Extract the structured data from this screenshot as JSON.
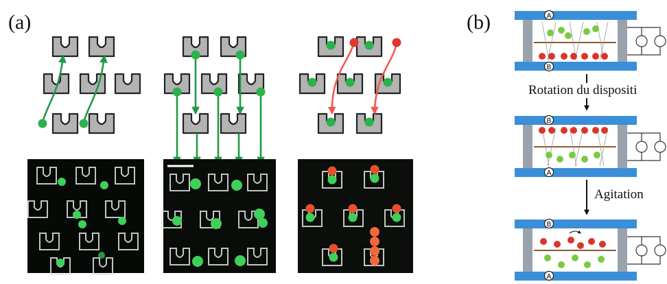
{
  "panels": {
    "a": {
      "label": "(a)"
    },
    "b": {
      "label": "(b)"
    }
  },
  "electrode_labels": {
    "stage1": {
      "top": "A",
      "bottom": "B"
    },
    "stage2": {
      "top": "B",
      "bottom": "A"
    },
    "stage3": {
      "top": "B",
      "bottom": "A"
    }
  },
  "captions": {
    "rotation": "Rotation du dispositi",
    "agitation": "Agitation"
  },
  "colors": {
    "trap_fill": "#b3b3b3",
    "trap_stroke": "#222222",
    "green_cell": "#2bb24c",
    "red_cell": "#e2372f",
    "green_arrow": "#1f9a45",
    "red_arrow": "#ee5a52",
    "electrode": "#3a8fd8",
    "wall": "#9aa3ad"
  }
}
